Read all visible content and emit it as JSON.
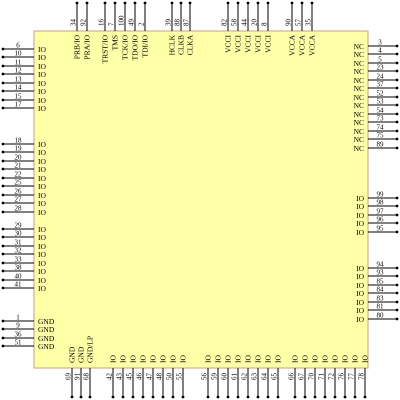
{
  "colors": {
    "body_fill": "#FFFFA8",
    "body_stroke": "#C9A27A",
    "ink": "#000000"
  },
  "pins": {
    "left": [
      {
        "num": "6",
        "label": "IO"
      },
      {
        "num": "10",
        "label": "IO"
      },
      {
        "num": "11",
        "label": "IO"
      },
      {
        "num": "12",
        "label": "IO"
      },
      {
        "num": "13",
        "label": "IO"
      },
      {
        "num": "14",
        "label": "IO"
      },
      {
        "num": "15",
        "label": "IO"
      },
      {
        "num": "17",
        "label": "IO"
      },
      {
        "num": "18",
        "label": "IO"
      },
      {
        "num": "19",
        "label": "IO"
      },
      {
        "num": "20",
        "label": "IO"
      },
      {
        "num": "21",
        "label": "IO"
      },
      {
        "num": "22",
        "label": "IO"
      },
      {
        "num": "25",
        "label": "IO"
      },
      {
        "num": "26",
        "label": "IO"
      },
      {
        "num": "27",
        "label": "IO"
      },
      {
        "num": "28",
        "label": "IO"
      },
      {
        "num": "29",
        "label": "IO"
      },
      {
        "num": "30",
        "label": "IO"
      },
      {
        "num": "31",
        "label": "IO"
      },
      {
        "num": "32",
        "label": "IO"
      },
      {
        "num": "33",
        "label": "IO"
      },
      {
        "num": "38",
        "label": "IO"
      },
      {
        "num": "40",
        "label": "IO"
      },
      {
        "num": "41",
        "label": "IO"
      },
      {
        "num": "1",
        "label": "GND"
      },
      {
        "num": "9",
        "label": "GND"
      },
      {
        "num": "36",
        "label": "GND"
      },
      {
        "num": "51",
        "label": "GND"
      }
    ],
    "right": [
      {
        "num": "3",
        "label": "NC"
      },
      {
        "num": "4",
        "label": "NC"
      },
      {
        "num": "5",
        "label": "NC"
      },
      {
        "num": "23",
        "label": "NC"
      },
      {
        "num": "24",
        "label": "NC"
      },
      {
        "num": "37",
        "label": "NC"
      },
      {
        "num": "52",
        "label": "NC"
      },
      {
        "num": "53",
        "label": "NC"
      },
      {
        "num": "54",
        "label": "NC"
      },
      {
        "num": "73",
        "label": "NC"
      },
      {
        "num": "74",
        "label": "NC"
      },
      {
        "num": "75",
        "label": "NC"
      },
      {
        "num": "89",
        "label": "NC"
      },
      {
        "num": "99",
        "label": "IO"
      },
      {
        "num": "98",
        "label": "IO"
      },
      {
        "num": "97",
        "label": "IO"
      },
      {
        "num": "96",
        "label": "IO"
      },
      {
        "num": "95",
        "label": "IO"
      },
      {
        "num": "94",
        "label": "IO"
      },
      {
        "num": "93",
        "label": "IO"
      },
      {
        "num": "85",
        "label": "IO"
      },
      {
        "num": "84",
        "label": "IO"
      },
      {
        "num": "83",
        "label": "IO"
      },
      {
        "num": "81",
        "label": "IO"
      },
      {
        "num": "80",
        "label": "IO"
      }
    ],
    "top": [
      {
        "num": "34",
        "label": "PRB/IO"
      },
      {
        "num": "92",
        "label": "PRA/IO"
      },
      {
        "num": "16",
        "label": "TRST/IO"
      },
      {
        "num": "7",
        "label": "TMS"
      },
      {
        "num": "100",
        "label": "TCK/IO"
      },
      {
        "num": "49",
        "label": "TDO/IO"
      },
      {
        "num": "2",
        "label": "TDI/IO"
      },
      {
        "num": "39",
        "label": "HCLK"
      },
      {
        "num": "88",
        "label": "CLKB"
      },
      {
        "num": "87",
        "label": "CLKA"
      },
      {
        "num": "82",
        "label": "VCCI"
      },
      {
        "num": "58",
        "label": "VCCI"
      },
      {
        "num": "44",
        "label": "VCCI"
      },
      {
        "num": "20",
        "label": "VCCI"
      },
      {
        "num": "8",
        "label": "VCCI"
      },
      {
        "num": "90",
        "label": "VCCA"
      },
      {
        "num": "57",
        "label": "VCCA"
      },
      {
        "num": "35",
        "label": "VCCA"
      }
    ],
    "bottom": [
      {
        "num": "69",
        "label": "GND"
      },
      {
        "num": "91",
        "label": "GND"
      },
      {
        "num": "68",
        "label": "GND/LP"
      },
      {
        "num": "42",
        "label": "IO"
      },
      {
        "num": "43",
        "label": "IO"
      },
      {
        "num": "45",
        "label": "IO"
      },
      {
        "num": "46",
        "label": "IO"
      },
      {
        "num": "47",
        "label": "IO"
      },
      {
        "num": "48",
        "label": "IO"
      },
      {
        "num": "50",
        "label": "IO"
      },
      {
        "num": "55",
        "label": "IO"
      },
      {
        "num": "56",
        "label": "IO"
      },
      {
        "num": "59",
        "label": "IO"
      },
      {
        "num": "60",
        "label": "IO"
      },
      {
        "num": "61",
        "label": "IO"
      },
      {
        "num": "62",
        "label": "IO"
      },
      {
        "num": "63",
        "label": "IO"
      },
      {
        "num": "64",
        "label": "IO"
      },
      {
        "num": "65",
        "label": "IO"
      },
      {
        "num": "66",
        "label": "IO"
      },
      {
        "num": "67",
        "label": "IO"
      },
      {
        "num": "70",
        "label": "IO"
      },
      {
        "num": "71",
        "label": "IO"
      },
      {
        "num": "72",
        "label": "IO"
      },
      {
        "num": "76",
        "label": "IO"
      },
      {
        "num": "77",
        "label": "IO"
      },
      {
        "num": "78",
        "label": "IO"
      },
      {
        "num": "79",
        "label": "IO"
      }
    ]
  }
}
